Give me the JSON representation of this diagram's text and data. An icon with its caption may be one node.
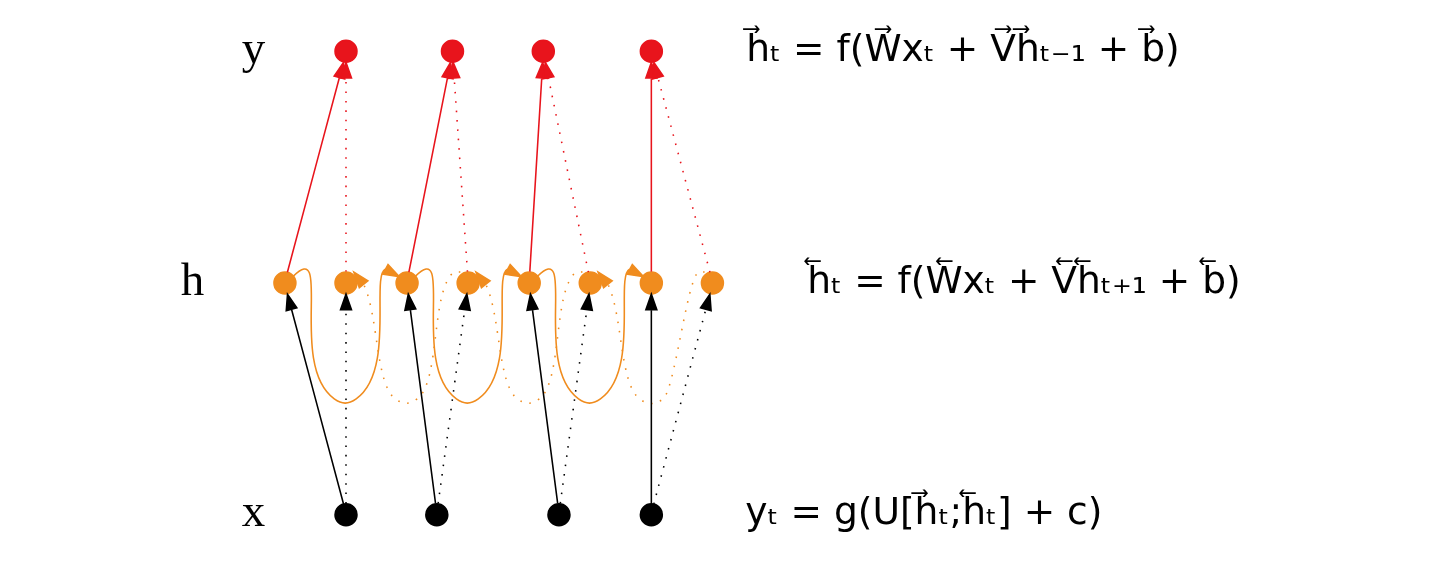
{
  "diagram": {
    "nodes": [
      {
        "text": [],
        "shape": "circle"
      },
      {
        "text": [],
        "shape": "circle"
      },
      {
        "text": [],
        "shape": "circle"
      },
      {
        "text": [],
        "shape": "circle"
      },
      {
        "text": [],
        "shape": "circle"
      },
      {
        "text": [],
        "shape": "circle"
      },
      {
        "text": [],
        "shape": "circle"
      },
      {
        "text": [],
        "shape": "circle"
      },
      {
        "text": [],
        "shape": "circle"
      },
      {
        "text": [],
        "shape": "circle"
      },
      {
        "text": [],
        "shape": "circle"
      },
      {
        "text": [],
        "shape": "circle"
      },
      {
        "text": [],
        "shape": "circle"
      },
      {
        "text": [],
        "shape": "circle"
      },
      {
        "text": [],
        "shape": "circle"
      },
      {
        "text": [],
        "shape": "circle"
      }
    ],
    "edges": [
      {
        "from": 12,
        "to": 4,
        "arrow": "to"
      },
      {
        "from": 12,
        "to": 5,
        "arrow": "to",
        "style": "dashed"
      },
      {
        "from": 13,
        "to": 6,
        "arrow": "to"
      },
      {
        "from": 13,
        "to": 7,
        "arrow": "to",
        "style": "dashed"
      },
      {
        "from": 14,
        "to": 8,
        "arrow": "to"
      },
      {
        "from": 14,
        "to": 9,
        "arrow": "to",
        "style": "dashed"
      },
      {
        "from": 15,
        "to": 10,
        "arrow": "to"
      },
      {
        "from": 15,
        "to": 11,
        "arrow": "to",
        "style": "dashed"
      },
      {
        "from": 4,
        "to": 0,
        "arrow": "to",
        "color": "#e8141c"
      },
      {
        "from": 5,
        "to": 0,
        "arrow": "to",
        "style": "dashed",
        "color": "#e8141c"
      },
      {
        "from": 6,
        "to": 1,
        "arrow": "to",
        "color": "#e8141c"
      },
      {
        "from": 7,
        "to": 1,
        "arrow": "to",
        "style": "dashed",
        "color": "#e8141c"
      },
      {
        "from": 8,
        "to": 2,
        "arrow": "to",
        "color": "#e8141c"
      },
      {
        "from": 9,
        "to": 2,
        "arrow": "to",
        "style": "dashed",
        "color": "#e8141c"
      },
      {
        "from": 10,
        "to": 3,
        "arrow": "to",
        "color": "#e8141c"
      },
      {
        "from": 11,
        "to": 3,
        "arrow": "to",
        "style": "dashed",
        "color": "#e8141c"
      },
      {
        "from": 4,
        "to": 6,
        "arrow": "to",
        "color": "#f08c1e"
      },
      {
        "from": 6,
        "to": 8,
        "arrow": "to",
        "color": "#f08c1e"
      },
      {
        "from": 8,
        "to": 10,
        "arrow": "to",
        "color": "#f08c1e"
      },
      {
        "from": 7,
        "to": 5,
        "arrow": "to",
        "style": "dashed",
        "color": "#f08c1e"
      },
      {
        "from": 9,
        "to": 7,
        "arrow": "to",
        "style": "dashed",
        "color": "#f08c1e"
      },
      {
        "from": 11,
        "to": 9,
        "arrow": "to",
        "style": "dashed",
        "color": "#f08c1e"
      }
    ],
    "labels": [
      "y",
      "h",
      "x",
      "h⃗ₜ = f(W⃗xₜ + V⃗h⃗ₜ₋₁ + b⃗)",
      "h⃖ₜ = f(W⃖xₜ + V⃖h⃖ₜ₊₁ + b⃖)",
      "yₜ = g(U[h⃗ₜ;h⃖ₜ] + c)"
    ]
  }
}
